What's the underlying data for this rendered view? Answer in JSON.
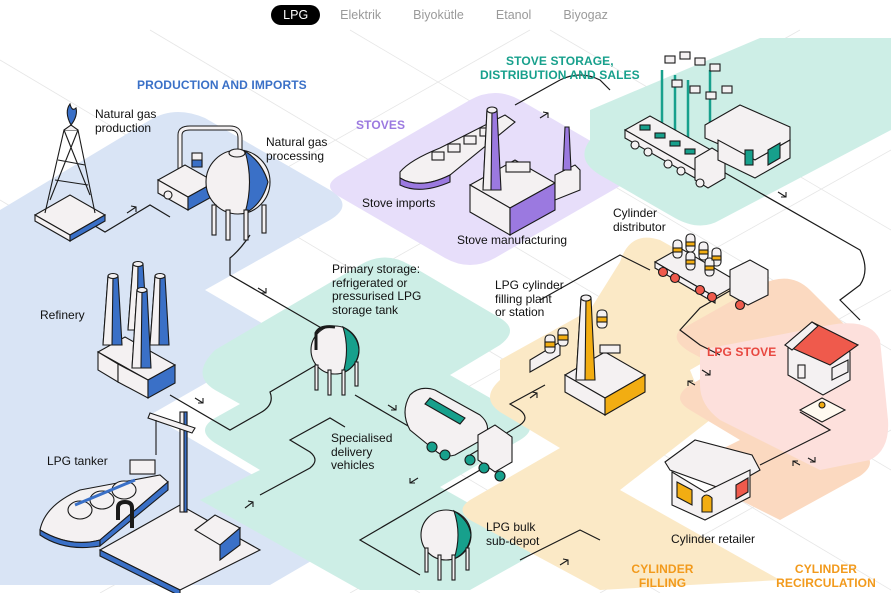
{
  "tabs": [
    {
      "label": "LPG",
      "active": true
    },
    {
      "label": "Elektrik",
      "active": false
    },
    {
      "label": "Biyokütle",
      "active": false
    },
    {
      "label": "Etanol",
      "active": false
    },
    {
      "label": "Biyogaz",
      "active": false
    }
  ],
  "sections": {
    "production": "PRODUCTION AND IMPORTS",
    "stoves": "STOVES",
    "stove_storage_line1": "STOVE STORAGE,",
    "stove_storage_line2": "DISTRIBUTION AND SALES",
    "lpg_stove": "LPG STOVE",
    "cylinder_filling_line1": "CYLINDER",
    "cylinder_filling_line2": "FILLING",
    "cylinder_recirculation_line1": "CYLINDER",
    "cylinder_recirculation_line2": "RECIRCULATION"
  },
  "nodes": {
    "natural_gas_production": [
      "Natural gas",
      "production"
    ],
    "natural_gas_processing": [
      "Natural gas",
      "processing"
    ],
    "refinery": [
      "Refinery"
    ],
    "lpg_tanker": [
      "LPG tanker"
    ],
    "stove_imports": [
      "Stove imports"
    ],
    "stove_manufacturing": [
      "Stove manufacturing"
    ],
    "cylinder_distributor": [
      "Cylinder",
      "distributor"
    ],
    "primary_storage": [
      "Primary storage:",
      "refrigerated or",
      "pressurised LPG",
      "storage tank"
    ],
    "filling_plant": [
      "LPG cylinder",
      "filling plant",
      "or station"
    ],
    "delivery_vehicles": [
      "Specialised",
      "delivery",
      "vehicles"
    ],
    "bulk_subdepot": [
      "LPG bulk",
      "sub-depot"
    ],
    "cylinder_retailer": [
      "Cylinder retailer"
    ]
  },
  "colors": {
    "production": "#d9e4f5",
    "stoves": "#e7defa",
    "storage": "#cdeee6",
    "filling": "#fbe9c6",
    "recirculation": "#fbd9c0",
    "lpg_stove": "#fde0dc",
    "accent_blue": "#3a70c7",
    "accent_teal": "#17a08c",
    "accent_purple": "#9b79e0",
    "accent_yellow": "#f2ad12",
    "accent_red": "#ef5a4c"
  }
}
